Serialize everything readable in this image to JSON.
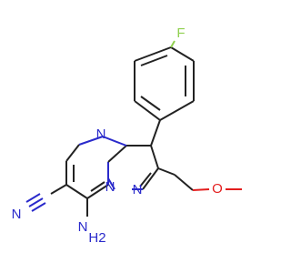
{
  "molecule": {
    "colors": {
      "bond": "#222222",
      "nitrogen": "#2a2acb",
      "oxygen": "#e31e1e",
      "fluorine": "#90d050"
    },
    "atoms": {
      "fluorine": "F",
      "ring_nitrogen_top": "N",
      "ring_nitrogen_bridge": "N",
      "ring_nitrogen_pyrazole": "N",
      "nitrile_nitrogen": "N",
      "ether_oxygen": "O",
      "amino_n": "N",
      "amino_h2": "H2"
    }
  }
}
